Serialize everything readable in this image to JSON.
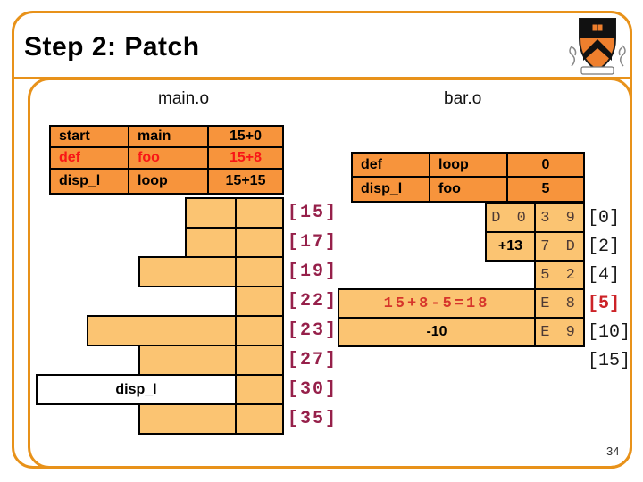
{
  "slide": {
    "title": "Step 2: Patch",
    "page_number": "34"
  },
  "colors": {
    "frame_orange": "#E8921A",
    "symbol_cell_orange": "#F7943C",
    "memory_cell_orange": "#FBC472",
    "highlight_red": "#F81616",
    "address_maroon": "#96204A",
    "patch_value_red": "#D6352B"
  },
  "main_o": {
    "title": "main.o",
    "symbol_table": [
      {
        "c1": "start",
        "c2": "main",
        "c3": "15+0"
      },
      {
        "c1": "def",
        "c2": "foo",
        "c3": "15+8"
      },
      {
        "c1": "disp_l",
        "c2": "loop",
        "c3": "15+15"
      }
    ],
    "addresses": [
      "[15]",
      "[17]",
      "[19]",
      "[22]",
      "[23]",
      "[27]",
      "[30]",
      "[35]"
    ],
    "patch_label": "disp_l"
  },
  "bar_o": {
    "title": "bar.o",
    "symbol_table": [
      {
        "c1": "def",
        "c2": "loop",
        "c3": "0"
      },
      {
        "c1": "disp_l",
        "c2": "foo",
        "c3": "5"
      }
    ],
    "addresses": [
      "[0]",
      "[2]",
      "[4]",
      "[5]",
      "[10]",
      "[15]"
    ],
    "cells": {
      "r0a": "D 0",
      "r0b": "3 9",
      "r1a": "+13",
      "r1b": "7 D",
      "r2b": "5 2",
      "r3wide": "15+8-5=18",
      "r3b": "E 8",
      "r4wide": "-10",
      "r4b": "E 9"
    }
  }
}
